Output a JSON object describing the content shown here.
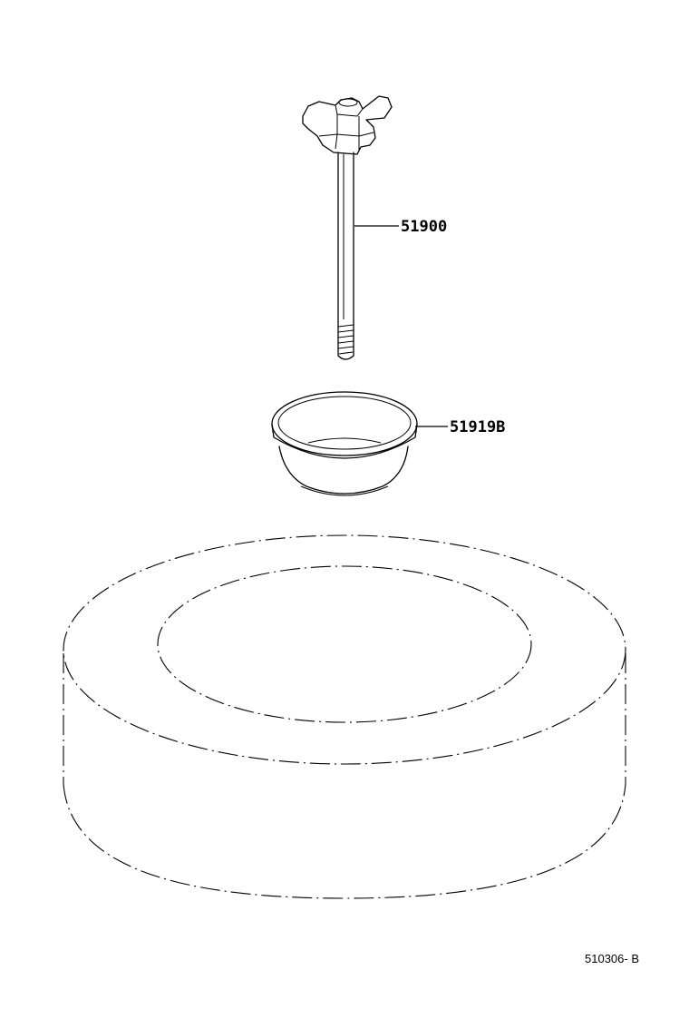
{
  "diagram": {
    "parts": [
      {
        "id": "hold-down-bolt",
        "label": "51900"
      },
      {
        "id": "spare-wheel-cup",
        "label": "51919B"
      }
    ],
    "reference_code": "510306- B"
  }
}
